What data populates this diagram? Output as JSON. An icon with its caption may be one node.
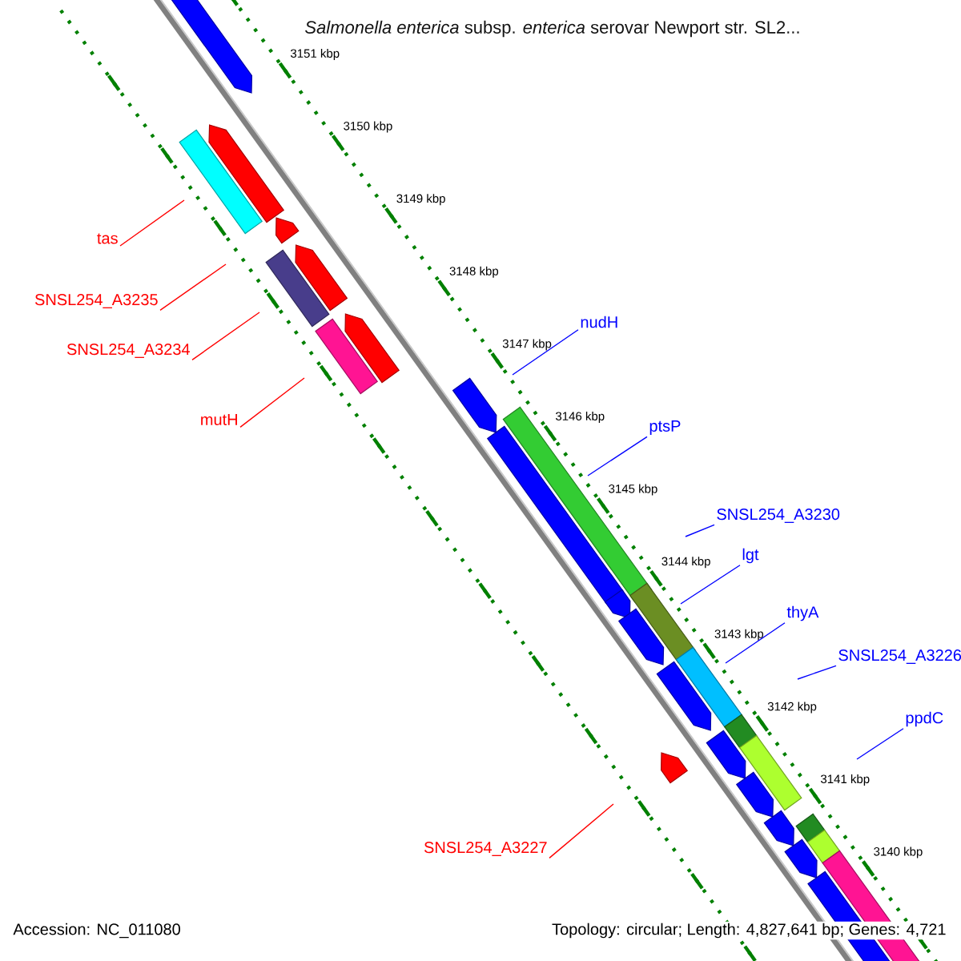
{
  "diagram": {
    "title": "*Salmonella enterica* subsp. *enterica* serovar Newport str. SL2...",
    "nodes": [
      {
        "text": [
          "tas"
        ]
      },
      {
        "text": [
          "SNSL254_A3235"
        ]
      },
      {
        "text": [
          "SNSL254_A3234"
        ]
      },
      {
        "text": [
          "mutH"
        ]
      },
      {
        "text": [
          "nudH"
        ]
      },
      {
        "text": [
          "ptsP"
        ]
      },
      {
        "text": [
          "SNSL254_A3230"
        ]
      },
      {
        "text": [
          "lgt"
        ]
      },
      {
        "text": [
          "thyA"
        ]
      },
      {
        "text": [
          "SNSL254_A3226"
        ]
      },
      {
        "text": [
          "ppdC"
        ]
      },
      {
        "text": [
          "SNSL254_A3227"
        ]
      }
    ],
    "edges": [
      {
        "from": 0,
        "to": null,
        "arrow": "none",
        "color": "#ff0000"
      },
      {
        "from": 1,
        "to": null,
        "arrow": "none",
        "color": "#ff0000"
      },
      {
        "from": 2,
        "to": null,
        "arrow": "none",
        "color": "#ff0000"
      },
      {
        "from": 3,
        "to": null,
        "arrow": "none",
        "color": "#ff0000"
      },
      {
        "from": 4,
        "to": null,
        "arrow": "none"
      },
      {
        "from": 5,
        "to": null,
        "arrow": "none"
      },
      {
        "from": 6,
        "to": null,
        "arrow": "none"
      },
      {
        "from": 7,
        "to": null,
        "arrow": "none"
      },
      {
        "from": 8,
        "to": null,
        "arrow": "none"
      },
      {
        "from": 9,
        "to": null,
        "arrow": "none"
      },
      {
        "from": 10,
        "to": null,
        "arrow": "none"
      },
      {
        "from": 11,
        "to": null,
        "arrow": "none",
        "color": "#ff0000"
      }
    ],
    "labels": [
      "3151 kbp",
      "3150 kbp",
      "3149 kbp",
      "3148 kbp",
      "3147 kbp",
      "3146 kbp",
      "3145 kbp",
      "3144 kbp",
      "3143 kbp",
      "3142 kbp",
      "3141 kbp",
      "3140 kbp",
      "Accession: NC_011080",
      "Topology: circular; Length: 4,827,641 bp; Genes: 4,721"
    ]
  }
}
